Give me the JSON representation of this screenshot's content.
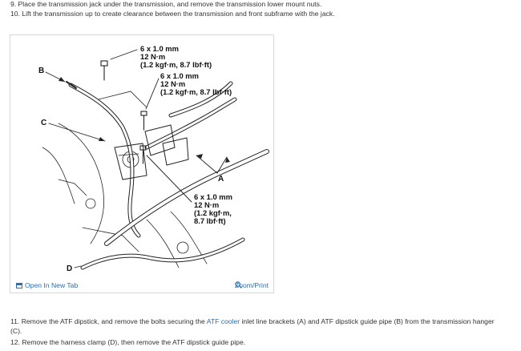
{
  "steps": {
    "s9": "9. Place the transmission jack under the transmission, and remove the transmission lower mount nuts.",
    "s10": "10. Lift the transmission up to create clearance between the transmission and front subframe with the jack.",
    "s11_before": "11. Remove the ATF dipstick, and remove the bolts securing the ",
    "s11_link": "ATF cooler",
    "s11_after": " inlet line brackets (A) and ATF dipstick guide pipe (B) from the transmission hanger (C).",
    "s12": "12. Remove the harness clamp (D), then remove the ATF dipstick guide pipe."
  },
  "figure": {
    "callouts": {
      "c1": {
        "size": "6 x 1.0 mm",
        "torque": "12 N·m",
        "alt": "(1.2 kgf·m, 8.7 lbf·ft)"
      },
      "c2": {
        "size": "6 x 1.0 mm",
        "torque": "12 N·m",
        "alt": "(1.2 kgf·m, 8.7 lbf·ft)"
      },
      "c3": {
        "size": "6 x 1.0 mm",
        "torque": "12 N·m",
        "alt1": "(1.2 kgf·m,",
        "alt2": "8.7 lbf·ft)"
      }
    },
    "labels": {
      "a": "A",
      "b": "B",
      "c": "C",
      "d": "D"
    },
    "open_tab_label": "Open In New Tab",
    "zoom_label": "Zoom/Print"
  },
  "colors": {
    "link": "#2a6db4",
    "text": "#333333"
  },
  "icons": {
    "open_tab": "open-tab-icon",
    "zoom": "magnifier-icon"
  }
}
